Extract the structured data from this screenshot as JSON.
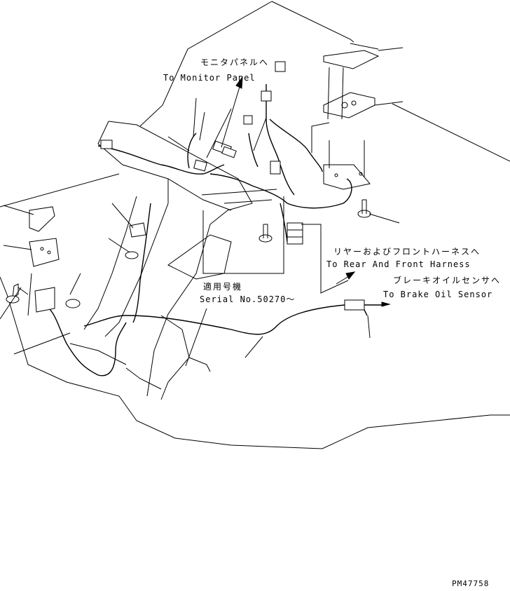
{
  "labels": {
    "monitor_jp": "モニタパネルへ",
    "monitor_en": "To Monitor Panel",
    "rear_jp": "リヤーおよびフロントハーネスへ",
    "rear_en": "To Rear And Front Harness",
    "serial_jp": "適用号機",
    "serial_en": "Serial No.50270～",
    "brake_jp": "ブレーキオイルセンサへ",
    "brake_en": "To Brake Oil Sensor",
    "drawing_no": "PM47758"
  }
}
